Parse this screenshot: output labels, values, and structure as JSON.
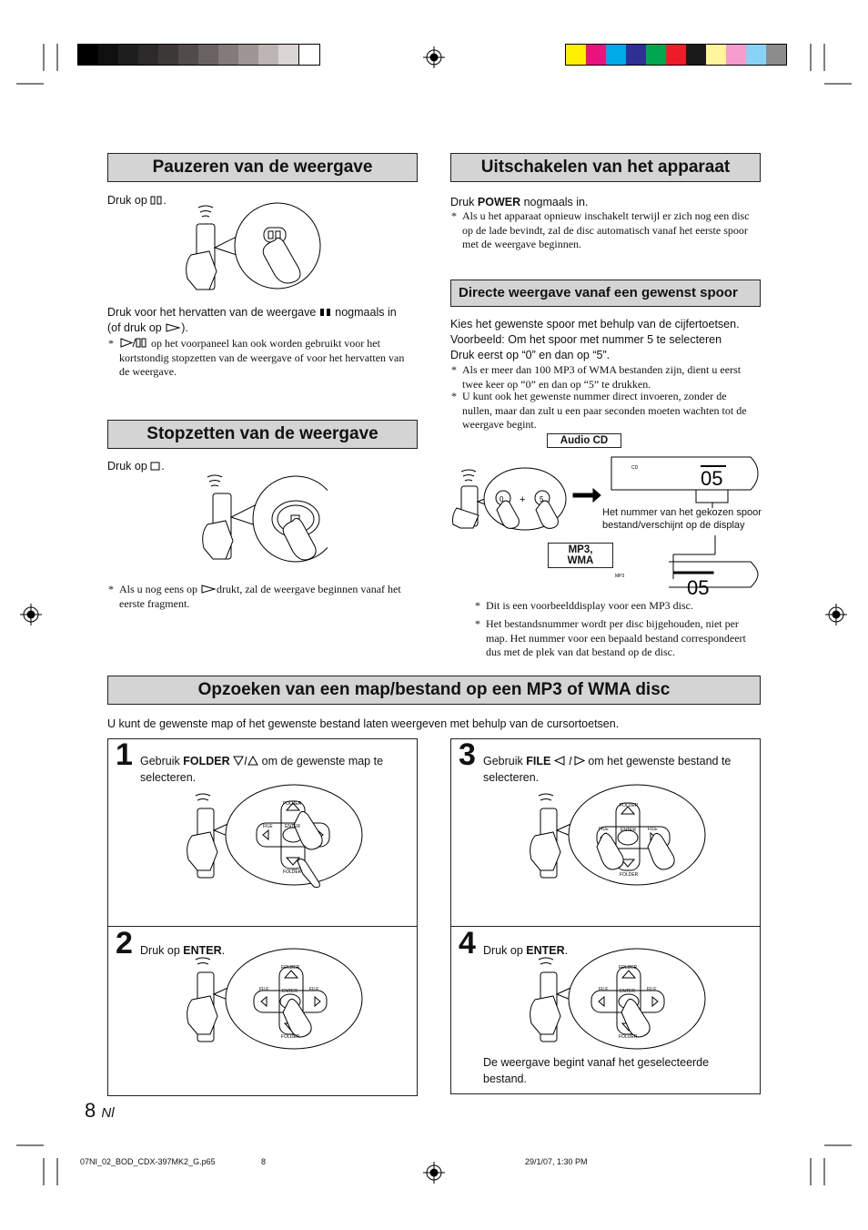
{
  "colors": {
    "gray_bar": [
      "#000000",
      "#101010",
      "#1e1e1e",
      "#2c2a2a",
      "#3d3838",
      "#524b4b",
      "#6a6262",
      "#837a7a",
      "#9f9595",
      "#bdb4b4",
      "#dcd5d5",
      "#ffffff"
    ],
    "color_bar": [
      "#ffef00",
      "#e8137e",
      "#00a9e8",
      "#2e3192",
      "#00a650",
      "#ee1c25",
      "#1a1a1a",
      "#fff59a",
      "#f59ccc",
      "#88d3f5",
      "#8c8c8c"
    ],
    "header_fill": "#d4d4d4"
  },
  "pause": {
    "title": "Pauzeren van de weergave",
    "instruction": "Druk op",
    "resume_a": "Druk voor het hervatten van de weergave",
    "resume_b": "nogmaals in",
    "resume_c": "(of druk op",
    "resume_d": ").",
    "note_prefix": "",
    "note": "op het voorpaneel kan ook worden gebruikt voor het kortstondig stopzetten van de weergave of voor het hervatten van de weergave."
  },
  "stop": {
    "title": "Stopzetten van de weergave",
    "instruction": "Druk op",
    "note_a": "Als u nog eens op",
    "note_b": "drukt, zal de weergave beginnen vanaf het eerste fragment."
  },
  "poweroff": {
    "title": "Uitschakelen van het apparaat",
    "instruction_a": "Druk",
    "instruction_bold": "POWER",
    "instruction_b": "nogmaals in.",
    "note": "Als u het apparaat opnieuw inschakelt terwijl er zich nog een disc op de lade bevindt, zal de disc automatisch vanaf het eerste spoor met de weergave beginnen."
  },
  "direct": {
    "title": "Directe weergave vanaf een gewenst spoor",
    "line1": "Kies het gewenste spoor met behulp van de cijfertoetsen.",
    "line2": "Voorbeeld: Om het spoor met nummer 5 te selecteren",
    "line3": "Druk eerst op “0” en dan op “5”.",
    "note1": "Als er meer dan 100 MP3 of WMA bestanden zijn, dient u eerst twee keer op “0” en dan op “5” te drukken.",
    "note2": "U kunt ook het gewenste nummer direct invoeren, zonder de nullen, maar dan zult u een paar seconden moeten wachten tot de weergave begint.",
    "label_cd": "Audio CD",
    "label_mp3": "MP3, WMA",
    "display_cd_tag": "CD",
    "display_mp3_tag": "MP3",
    "display_number": "05",
    "key0": "0",
    "key5": "5",
    "plus": "+",
    "callout": "Het nummer van het gekozen spoor bestand/verschijnt op de display",
    "note3": "Dit is een voorbeelddisplay voor een MP3 disc.",
    "note4": "Het bestandsnummer wordt per disc bijgehouden, niet per map. Het nummer voor een bepaald bestand correspondeert dus met de plek van dat bestand op de disc."
  },
  "search": {
    "title": "Opzoeken van een map/bestand op een MP3 of WMA disc",
    "intro": "U kunt de gewenste map of het gewenste bestand laten weergeven met behulp van de cursortoetsen.",
    "steps": [
      {
        "num": "1",
        "a": "Gebruik",
        "bold": "FOLDER",
        "b": "om de gewenste map te selecteren."
      },
      {
        "num": "2",
        "a": "Druk op",
        "bold": "ENTER",
        "b": "."
      },
      {
        "num": "3",
        "a": "Gebruik",
        "bold": "FILE",
        "b": "om het gewenste bestand te selecteren."
      },
      {
        "num": "4",
        "a": "Druk op",
        "bold": "ENTER",
        "b": ".",
        "extra": "De weergave begint vanaf het geselecteerde bestand."
      }
    ],
    "pad_labels": {
      "folder": "FOLDER",
      "file": "FILE",
      "enter": "ENTER"
    }
  },
  "footer": {
    "page": "8",
    "lang": "Nl",
    "file": "07NI_02_BOD_CDX-397MK2_G.p65",
    "pg": "8",
    "date": "29/1/07, 1:30 PM"
  }
}
